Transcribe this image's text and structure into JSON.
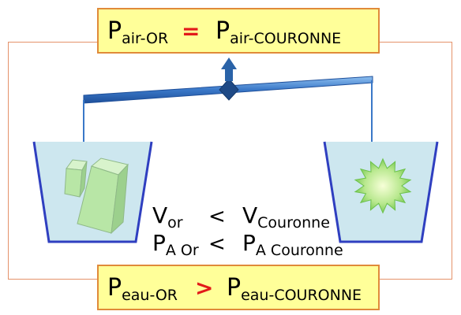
{
  "top_box": {
    "left_symbol": "P",
    "left_subscript": "air-OR",
    "operator": "=",
    "right_symbol": "P",
    "right_subscript": "air-COURONNE"
  },
  "bottom_box": {
    "left_symbol": "P",
    "left_subscript": "eau-OR",
    "operator": ">",
    "right_symbol": "P",
    "right_subscript": "eau-COURONNE"
  },
  "relations": [
    {
      "left_symbol": "V",
      "left_subscript": "or",
      "operator": "<",
      "right_symbol": "V",
      "right_subscript": "Couronne"
    },
    {
      "left_symbol": "P",
      "left_subscript": "A Or",
      "operator": "<",
      "right_symbol": "P",
      "right_subscript": "A Couronne"
    }
  ],
  "colors": {
    "box_fill": "#ffff99",
    "box_border": "#e08a3a",
    "frame": "#e5926a",
    "operator": "#e21a1a",
    "beam": "#3a78c8",
    "water": "#cde7ef",
    "tank_outline": "#2f3fc0",
    "gold_block": "#b8e6a6",
    "crown": "#8ed66a"
  },
  "icons": {
    "pivot": "double-arrow-pivot-icon",
    "gold": "gold-block-icon",
    "crown": "crown-icon"
  }
}
